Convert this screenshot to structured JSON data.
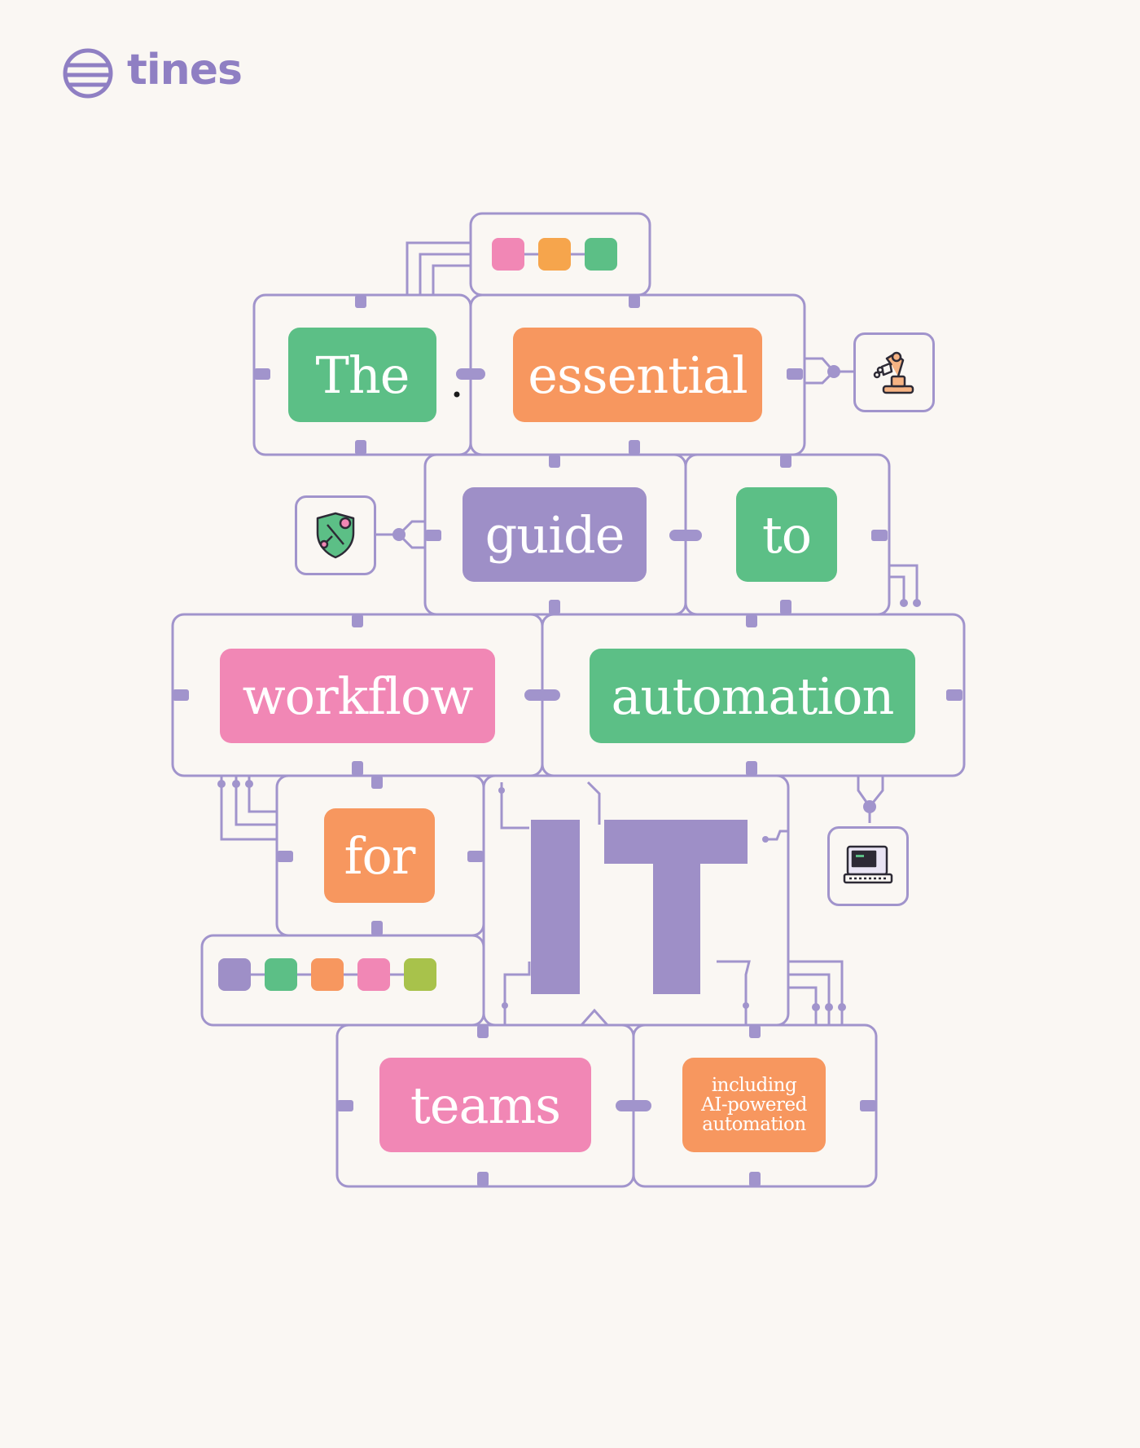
{
  "brand": {
    "name": "tines",
    "logo_icon": "tines-logo-icon",
    "color": "#8f7fc3"
  },
  "title_words": [
    {
      "key": "the",
      "text": "The",
      "color": "#5cbf86"
    },
    {
      "key": "essential",
      "text": "essential",
      "color": "#f7975f"
    },
    {
      "key": "guide",
      "text": "guide",
      "color": "#9e8fc7"
    },
    {
      "key": "to",
      "text": "to",
      "color": "#5cbf86"
    },
    {
      "key": "workflow",
      "text": "workflow",
      "color": "#f187b5"
    },
    {
      "key": "automation",
      "text": "automation",
      "color": "#5cbf86"
    },
    {
      "key": "for",
      "text": "for",
      "color": "#f7975f"
    },
    {
      "key": "it",
      "text": "IT",
      "color": "#9e8fc7"
    },
    {
      "key": "teams",
      "text": "teams",
      "color": "#f187b5"
    }
  ],
  "tagline": {
    "lines": [
      "including",
      "AI-powered",
      "automation"
    ],
    "color": "#f7975f"
  },
  "icons": [
    "robot-arm-icon",
    "shield-icon",
    "computer-icon"
  ],
  "chip_colors": {
    "top": [
      "#f187b5",
      "#f6a54c",
      "#5cbf86"
    ],
    "bottom": [
      "#9e8fc7",
      "#5cbf86",
      "#f7975f",
      "#f187b5",
      "#a8c24b"
    ]
  },
  "line_color": "#a194cc"
}
